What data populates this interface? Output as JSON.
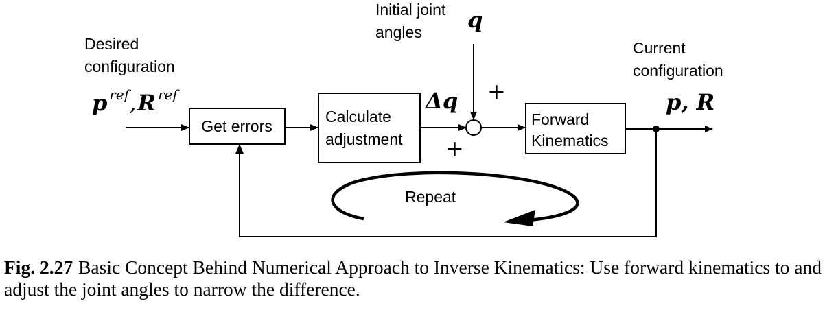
{
  "diagram": {
    "blocks": {
      "get_errors": "Get errors",
      "calc_line1": "Calculate",
      "calc_line2": "adjustment",
      "fk_line1": "Forward",
      "fk_line2": "Kinematics"
    },
    "labels": {
      "desired_line1": "Desired",
      "desired_line2": "configuration",
      "initial_line1": "Initial joint",
      "initial_line2": "angles",
      "current_line1": "Current",
      "current_line2": "configuration",
      "repeat": "Repeat"
    },
    "symbols": {
      "p_ref_base": "p",
      "p_ref_sup": "ref",
      "ref_comma": ",",
      "r_ref_base": "R",
      "r_ref_sup": "ref",
      "delta_q": "Δq",
      "q": "q",
      "p_r": "p, R",
      "plus_top": "+",
      "plus_left": "+"
    }
  },
  "caption": {
    "label": "Fig. 2.27",
    "text": "Basic Concept Behind Numerical Approach to Inverse Kinematics: Use forward kinematics to and adjust the joint angles to narrow the difference."
  }
}
